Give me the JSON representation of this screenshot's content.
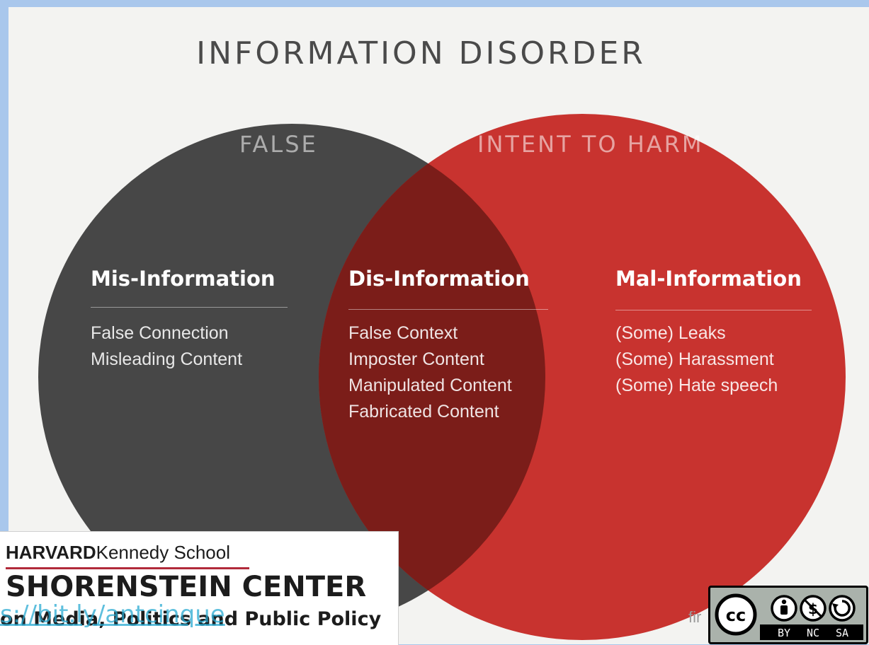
{
  "title": "INFORMATION DISORDER",
  "sets": {
    "left": "FALSE",
    "right": "INTENT TO HARM"
  },
  "categories": [
    {
      "heading": "Mis-Information",
      "items": [
        "False Connection",
        "Misleading Content"
      ]
    },
    {
      "heading": "Dis-Information",
      "items": [
        "False Context",
        "Imposter Content",
        "Manipulated Content",
        "Fabricated Content"
      ]
    },
    {
      "heading": "Mal-Information",
      "items": [
        "(Some) Leaks",
        "(Some) Harassment",
        "(Some) Hate speech"
      ]
    }
  ],
  "colors": {
    "false_circle": "#474747",
    "harm_circle": "#c8332f",
    "overlap": "#7b1d19"
  },
  "logo": {
    "university": "HARVARD",
    "school": "Kennedy School",
    "center": "SHORENSTEIN CENTER",
    "subtitle": "on Media, Politics and Public Policy",
    "link_overlay": "s://bit.ly/antcinque"
  },
  "credit_fragment": "fir",
  "license": {
    "icon": "cc-by-nc-sa-icon",
    "labels": [
      "BY",
      "NC",
      "SA"
    ]
  }
}
